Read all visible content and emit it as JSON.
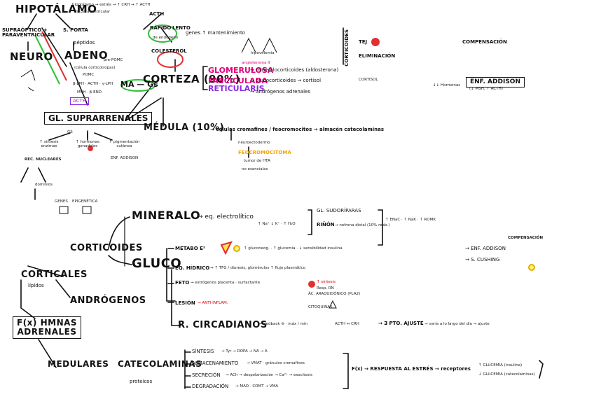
{
  "top": {
    "hipotalamo": "HIPOTÁLAMO",
    "hipo_note1": "hipotálamo → estrés → ↑ CRH → ↑ ACTH",
    "hipo_note2": "n. paraventricular",
    "supraoptico": "SUPRAÓPTICO + PARAVENTRICULAR",
    "s_porta": "S. PORTA",
    "peptidos": "péptidos",
    "neuro": "NEURO",
    "adeno": "ADENO",
    "pomc_top": "pre-POMC",
    "corticotropas": "(célula corticotropas)",
    "pomc": "POMC",
    "pomc_products": "β-LPH · ACTH · γ-LPH",
    "msh": "MSH · β-END",
    "acth_box": "ACTH",
    "acth_top": "ACTH",
    "rapido": "RÁPIDO",
    "lento": "LENTO",
    "genes": "genes ↑ mantenimiento",
    "de_endogeno": "de endógeno",
    "colesterol": "COLESTEROL",
    "ma_gs": "MA — Gs",
    "corteza": "CORTEZA (90%)",
    "glomerulosa": "GLOMERULOSA",
    "fasciculada": "FASCICULADA",
    "reticularis": "RETICULARIS",
    "mineralo_top": "→ mineralocorticoides (aldosterona)",
    "gluco_top": "→ glucocorticoides → cortisol",
    "andro_top": "→ andrógenos adrenales",
    "gl_suprarrenales": "GL. SUPRARRENALES",
    "medula": "MÉDULA (10%)",
    "cromafines": "→ células cromafines / feocromocitos → almacén catecolaminas",
    "neuroectodermo": "neuroectodermo",
    "feocromocitoma": "FEOCROMOCITOMA",
    "tumor": "tumor de HTA",
    "no_esenciales": "no esenciales",
    "angio": "angiotensina II",
    "hipovolemia": "hipovolemia",
    "cortisol_sm": "CORTISOL",
    "corticoides_top": "CORTICOIDES",
    "tej": "TEJ",
    "eliminacion": "ELIMINACIÓN",
    "compensacion": "COMPENSACIÓN",
    "enf_addison_box": "ENF. ADDISON",
    "addison_sub": "(↓ MSH, ↑ ACTH)",
    "hiperkalemia": "↓↓ Hormonas",
    "gs": "GS",
    "sintesis_enzimas": "↑ síntesis enzimas",
    "hormonas_gonadas": "↑ hormonas gonadales",
    "pigmentacion": "↑ pigmentación cutánea",
    "rec_nucleares": "REC. NUCLEARES",
    "enf_addison_sm": "ENF. ADDISON",
    "dominios": "dominios",
    "genes_sm": "GENES",
    "epigenetica": "EPIGENÉTICA"
  },
  "bottom": {
    "fx_hmnas": "F(x) HMNAS",
    "adrenales": "ADRENALES",
    "corticales": "CORTICALES",
    "lipidos": "lípidos",
    "corticoides": "CORTICOIDES",
    "androgenos": "ANDRÓGENOS",
    "mineralo": "MINERALO",
    "eq_electrolitico": "→ eq. electrolítico",
    "gl_sudoriparas": "GL. SUDORÍPARAS",
    "rinon": "RIÑÓN",
    "nefrona": "→ nefrona distal (10% reab.)",
    "na_k": "↑ Na⁺ ↓ K⁺ · ↑ H₂O",
    "enac": "↑ ENaC · ↑ NaK · ↑ ROMK",
    "compens_b": "COMPENSACIÓN",
    "gluco": "GLUCO",
    "metabo": "METABO E²",
    "metabo_det": "↑ gluconeog. · ↑ glucemia · ↓ sensibilidad insulina",
    "enf_addison_b": "→ ENF. ADDISON",
    "s_cushing": "→ S. CUSHING",
    "eq_hidrico": "EQ. HÍDRICO",
    "hidrico_det": "→ ↑ TFG / diuresis, glomérulos ↑ flujo plasmático",
    "feto": "FETO",
    "feto_det": "→ estrógenos placenta · surfactante",
    "sintesis_resp": "↑ síntesis",
    "resp_rn": "Resp. RN",
    "lesion": "LESIÓN",
    "anti_inflam": "→ ANTI-INFLAM.",
    "ac_araquidonico": "ÁC. ARAQUIDÓNICO (PLA2)",
    "citoquinas": "CITOQUINAS",
    "r_circadianos": "R. CIRCADIANOS",
    "circ_det": "→ feedback ⊖ · máx / mín",
    "acth_crh": "ACTH ↔ CRH",
    "pto_ajuste": "→ ∃ PTO. AJUSTE",
    "varia": "→ varía a lo largo del día → ajuste",
    "medulares": "MEDULARES",
    "catecolaminas": "CATECOLAMINAS",
    "proteicos": "proteicos",
    "sintesis": "SÍNTESIS",
    "sintesis_det": "→ Tyr → DOPA → NA → A",
    "almacenamiento": "ALMACENAMIENTO",
    "almac_det": "→ VMAT · gránulos cromafines",
    "secrecion": "SECRECIÓN",
    "secrec_det": "→ ACh → despolarización → Ca²⁺ → exocitosis",
    "degradacion": "DEGRADACIÓN",
    "degrad_det": "→ MAO · COMT → VMA",
    "fx_resp": "F(x) → RESPUESTA AL ESTRÉS → receptores",
    "glucemia1": "↑ GLUCEMIA (insulina)",
    "glucemia2": "↓ GLUCEMIA (catecolaminas)"
  }
}
